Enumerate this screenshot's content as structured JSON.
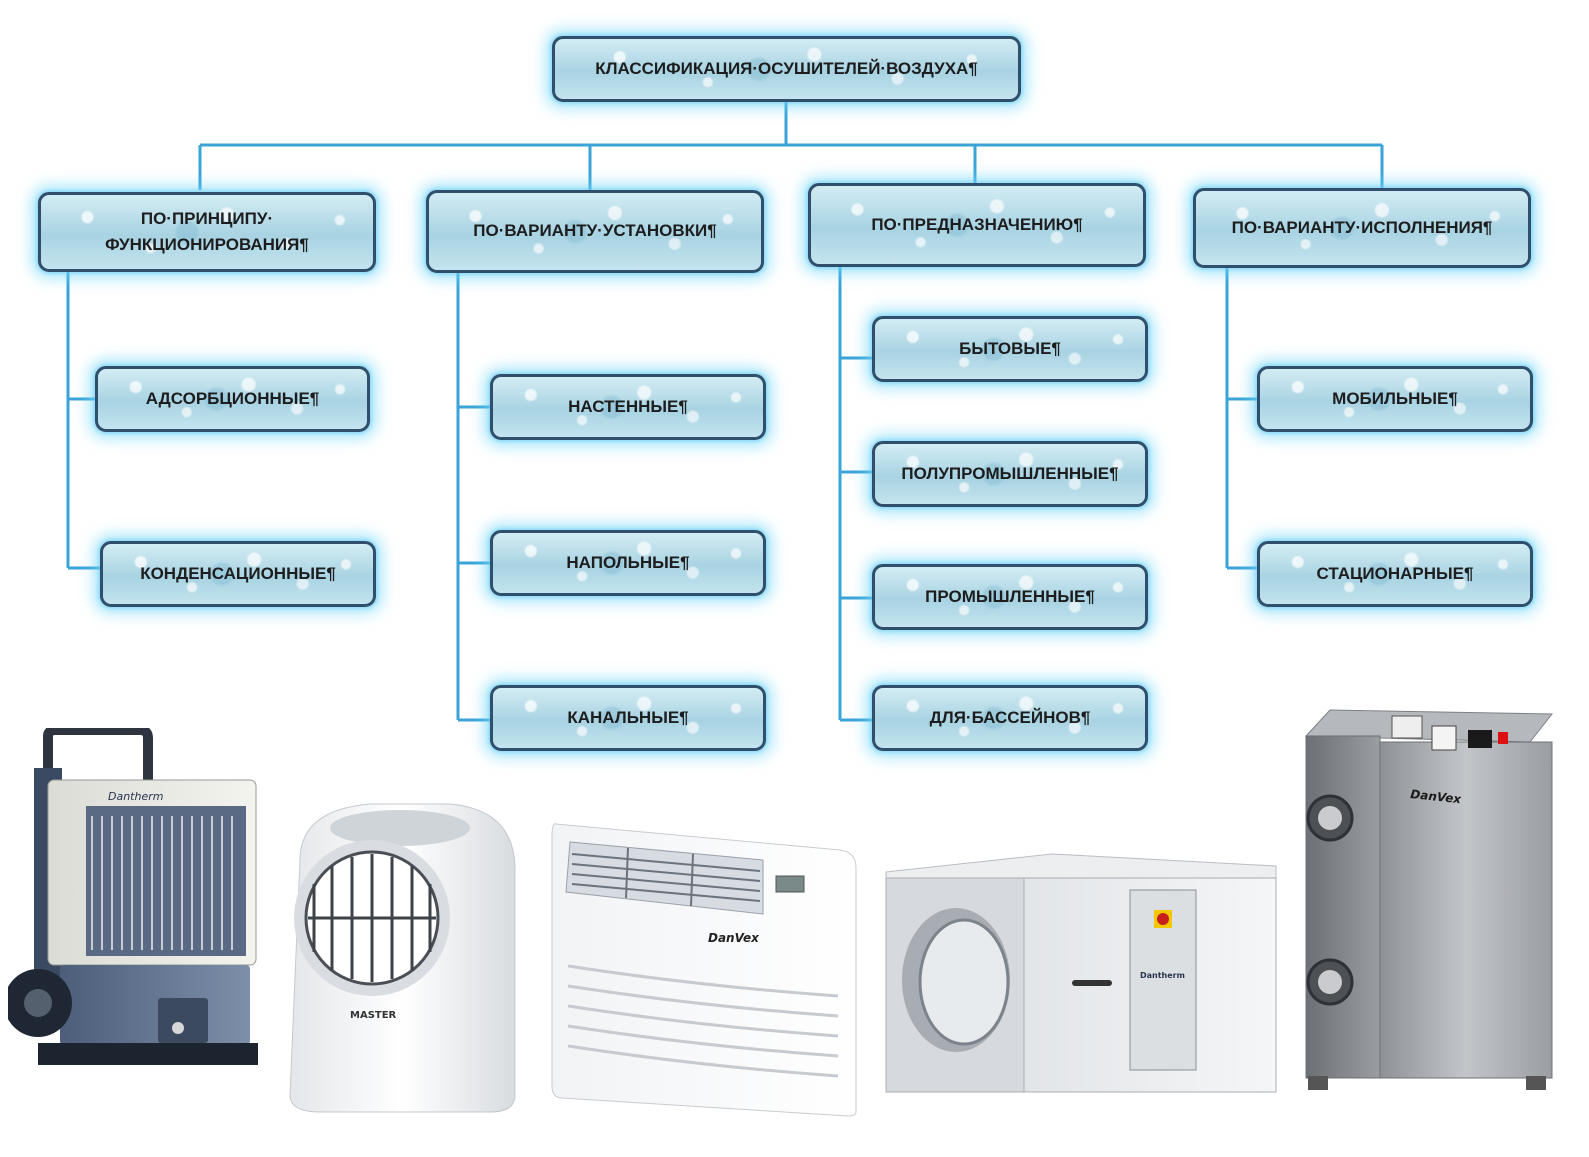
{
  "diagram": {
    "root": "КЛАССИФИКАЦИЯ·ОСУШИТЕЛЕЙ·ВОЗДУХА¶",
    "categories": [
      {
        "title": "ПО·ПРИНЦИПУ·\nФУНКЦИОНИРОВАНИЯ¶",
        "items": [
          "АДСОРБЦИОННЫЕ¶",
          "КОНДЕНСАЦИОННЫЕ¶"
        ]
      },
      {
        "title": "ПО·ВАРИАНТУ·УСТАНОВКИ¶",
        "items": [
          "НАСТЕННЫЕ¶",
          "НАПОЛЬНЫЕ¶",
          "КАНАЛЬНЫЕ¶"
        ]
      },
      {
        "title": "ПО·ПРЕДНАЗНАЧЕНИЮ¶",
        "items": [
          "БЫТОВЫЕ¶",
          "ПОЛУПРОМЫШЛЕННЫЕ¶",
          "ПРОМЫШЛЕННЫЕ¶",
          "ДЛЯ·БАССЕЙНОВ¶"
        ]
      },
      {
        "title": "ПО·ВАРИАНТУ·ИСПОЛНЕНИЯ¶",
        "items": [
          "МОБИЛЬНЫЕ¶",
          "СТАЦИОНАРНЫЕ¶"
        ]
      }
    ],
    "colors": {
      "connector": "#3aa3d8",
      "box_border": "#2f4f6d",
      "glow": "#6ed7fa"
    }
  },
  "photos": {
    "brands": [
      "Dantherm",
      "MASTER",
      "DanVex",
      "Dantherm",
      "DanVex"
    ]
  }
}
